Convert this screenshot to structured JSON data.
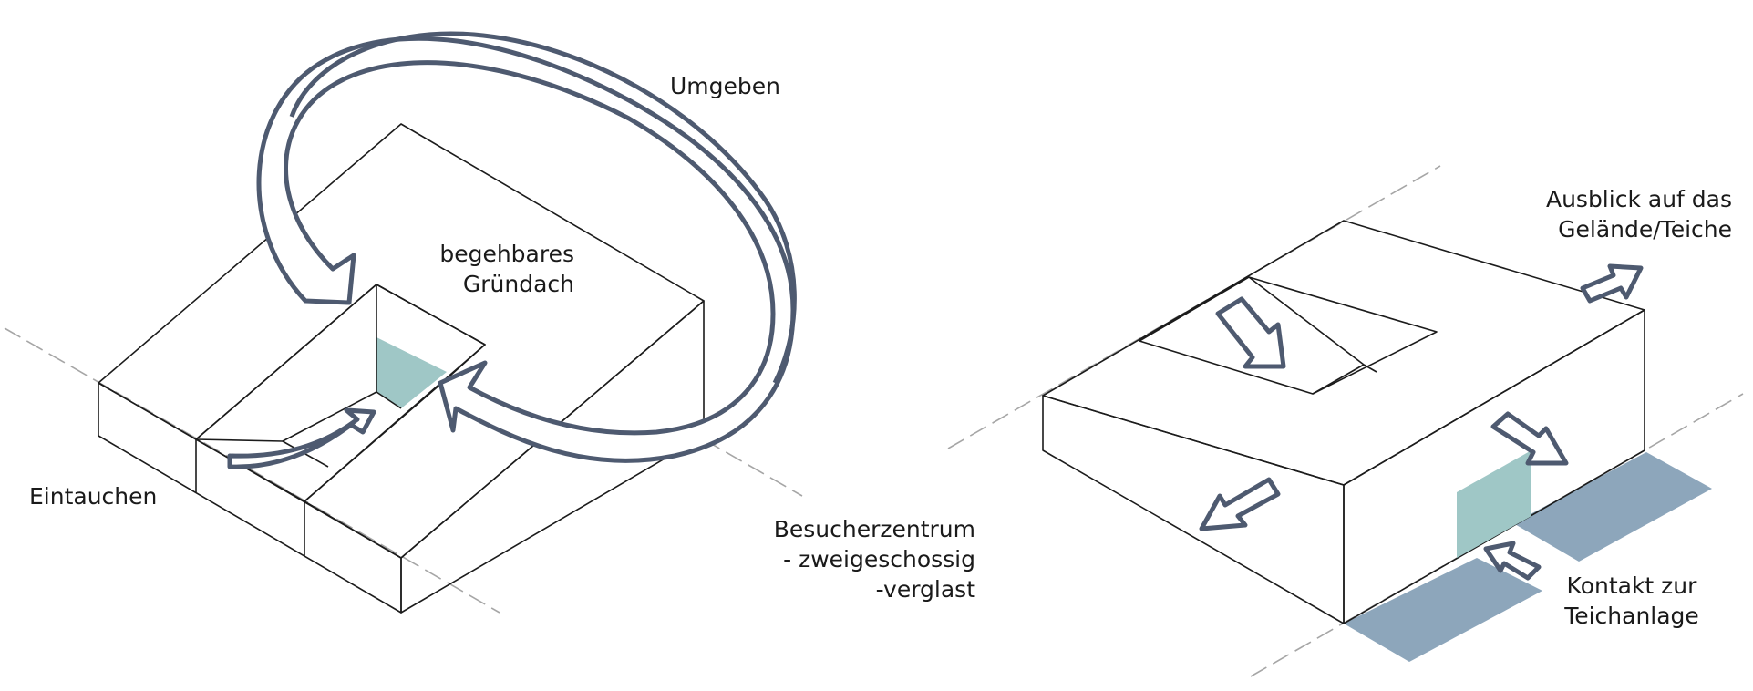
{
  "colors": {
    "green_roof": "#e6efd9",
    "glazing": "#9fc7c6",
    "pond": "#8da6bb",
    "arrow_stroke": "#4e5a70",
    "edge": "#1c1c1c",
    "axis_dash": "#a6a6a6"
  },
  "labels": {
    "umgeben": "Umgeben",
    "gruendach_1": "begehbares",
    "gruendach_2": "Gründach",
    "eintauchen": "Eintauchen",
    "besucher_1": "Besucherzentrum",
    "besucher_2": "- zweigeschossig",
    "besucher_3": "-verglast",
    "ausblick_1": "Ausblick auf das",
    "ausblick_2": "Gelände/Teiche",
    "kontakt_1": "Kontakt zur",
    "kontakt_2": "Teichanlage"
  }
}
